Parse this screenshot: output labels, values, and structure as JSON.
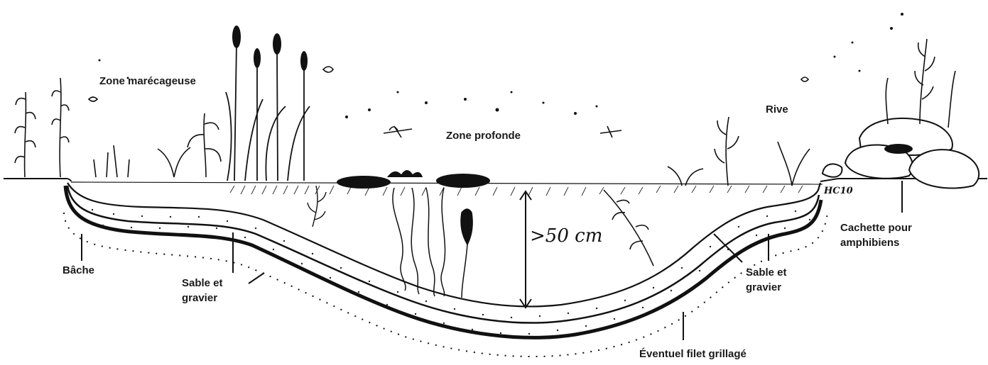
{
  "labels": {
    "zone_marecageuse": "Zone marécageuse",
    "zone_profonde": "Zone profonde",
    "rive": "Rive",
    "bache": "Bâche",
    "sable_gauche_1": "Sable et",
    "sable_gauche_2": "gravier",
    "sable_droite_1": "Sable et",
    "sable_droite_2": "gravier",
    "cachette_1": "Cachette pour",
    "cachette_2": "amphibiens",
    "filet": "Éventuel filet grillagé"
  },
  "depth_annotation": ">50 cm",
  "signature": "HC10",
  "colors": {
    "ink": "#111111",
    "background": "#ffffff"
  }
}
